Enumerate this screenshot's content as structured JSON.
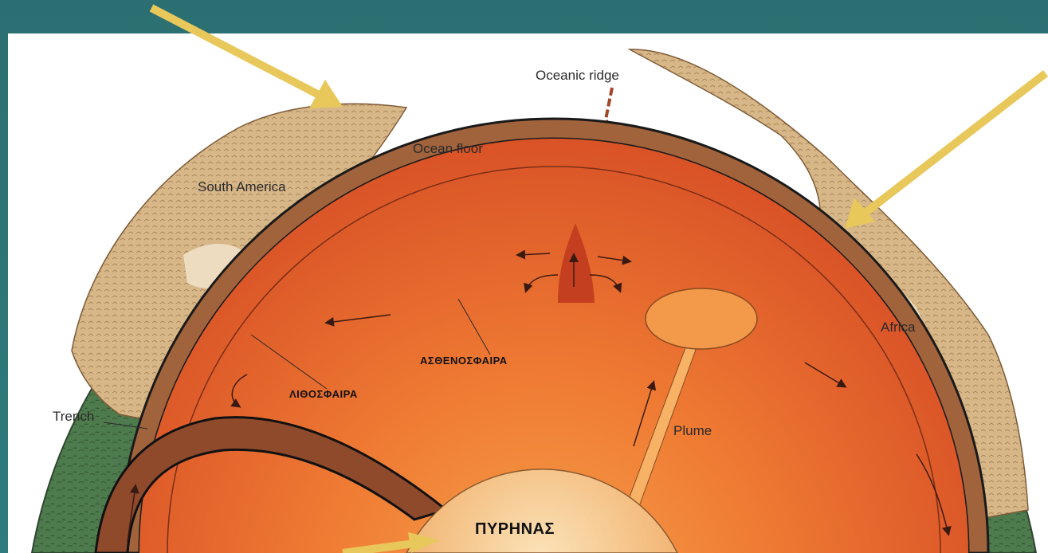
{
  "diagram": {
    "labels": {
      "oceanic_ridge": "Oceanic ridge",
      "ocean_floor": "Ocean floor",
      "south_america": "South America",
      "africa": "Africa",
      "trench": "Trench",
      "plume": "Plume",
      "asthenosphere": "ΑΣΘΕΝΟΣΦΑΙΡΑ",
      "lithosphere": "ΛΙΘΟΣΦΑΙΡΑ",
      "core": "ΠΥΡΗΝΑΣ"
    },
    "colors": {
      "frame": "#2f7375",
      "ocean": "#4d7a4b",
      "continent": "#d8b889",
      "lithosphere": "#a4663f",
      "mantle": "#e0582a",
      "core": "#f6c78f",
      "arrow": "#e8c85a"
    }
  }
}
